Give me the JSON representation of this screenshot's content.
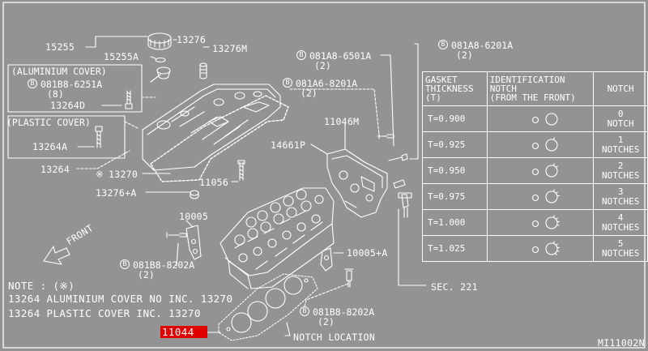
{
  "colors": {
    "panel": "#939393",
    "line": "#ffffff",
    "highlight": "#e00000"
  },
  "part_labels": {
    "p15255": "15255",
    "p15255a": "15255A",
    "p13276": "13276",
    "p13276m": "13276M",
    "p13264d": "13264D",
    "p13264a": "13264A",
    "p13264": "13264",
    "p13270": "13270",
    "p13276a": "13276+A",
    "p11056": "11056",
    "p10005": "10005",
    "p10005a": "10005+A",
    "p11046m": "11046M",
    "p14661p": "14661P",
    "p11044": "11044",
    "sec221": "SEC. 221",
    "notch_location": "NOTCH LOCATION",
    "front": "FRONT",
    "asterisk": "※",
    "diagram_code": "MI11002N"
  },
  "bolts": {
    "b1": {
      "code": "081B8-6251A",
      "qty": "(8)",
      "symbol": "B"
    },
    "b2": {
      "code": "081A8-6501A",
      "qty": "(2)",
      "symbol": "B"
    },
    "b3": {
      "code": "081A8-6201A",
      "qty": "(2)",
      "symbol": "B"
    },
    "b4": {
      "code": "081A6-8201A",
      "qty": "(2)",
      "symbol": "B"
    },
    "b5": {
      "code": "081B8-8202A",
      "qty": "(2)",
      "symbol": "B"
    },
    "b6": {
      "code": "081B8-8202A",
      "qty": "(2)",
      "symbol": "B"
    }
  },
  "covers": {
    "aluminium": "(ALUMINIUM COVER)",
    "plastic": "(PLASTIC COVER)"
  },
  "notes": {
    "line1": "NOTE : (※)",
    "line2": "13264 ALUMINIUM COVER NO INC. 13270",
    "line3": "13264 PLASTIC COVER INC. 13270"
  },
  "gasket_table": {
    "headers": {
      "thickness": [
        "GASKET",
        "THICKNESS",
        "(T)"
      ],
      "identification": [
        "IDENTIFICATION",
        "NOTCH",
        "(FROM THE FRONT)"
      ],
      "notch": "NOTCH"
    },
    "rows": [
      {
        "t": "T=0.900",
        "notch": [
          "0",
          "NOTCH"
        ]
      },
      {
        "t": "T=0.925",
        "notch": [
          "1",
          "NOTCHES"
        ]
      },
      {
        "t": "T=0.950",
        "notch": [
          "2",
          "NOTCHES"
        ]
      },
      {
        "t": "T=0.975",
        "notch": [
          "3",
          "NOTCHES"
        ]
      },
      {
        "t": "T=1.000",
        "notch": [
          "4",
          "NOTCHES"
        ]
      },
      {
        "t": "T=1.025",
        "notch": [
          "5",
          "NOTCHES"
        ]
      }
    ]
  }
}
